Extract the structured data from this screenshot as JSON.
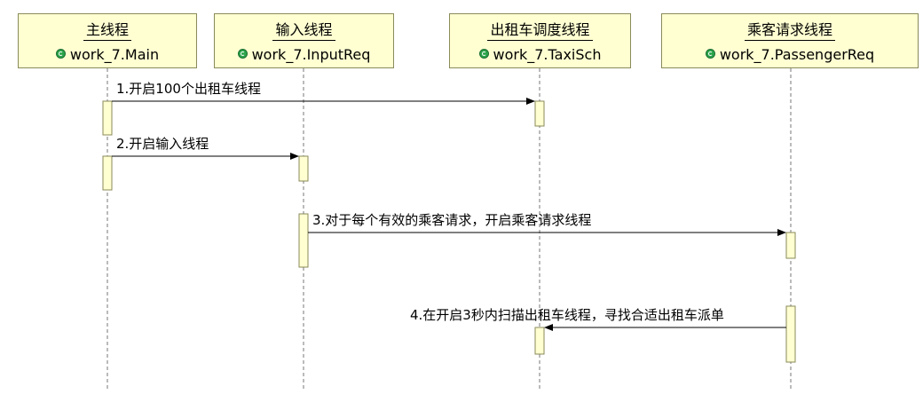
{
  "lifelines": [
    {
      "name": "主线程",
      "class": "work_7.Main"
    },
    {
      "name": "输入线程",
      "class": "work_7.InputReq"
    },
    {
      "name": "出租车调度线程",
      "class": "work_7.TaxiSch"
    },
    {
      "name": "乘客请求线程",
      "class": "work_7.PassengerReq"
    }
  ],
  "messages": [
    {
      "label": "1.开启100个出租车线程",
      "from": "主线程",
      "to": "出租车调度线程"
    },
    {
      "label": "2.开启输入线程",
      "from": "主线程",
      "to": "输入线程"
    },
    {
      "label": "3.对于每个有效的乘客请求，开启乘客请求线程",
      "from": "输入线程",
      "to": "乘客请求线程"
    },
    {
      "label": "4.在开启3秒内扫描出租车线程，寻找合适出租车派单",
      "from": "乘客请求线程",
      "to": "出租车调度线程"
    }
  ],
  "colors": {
    "box_fill": "#ffffd2",
    "box_border": "#8a8a5a",
    "class_icon": "#2aa34a"
  }
}
